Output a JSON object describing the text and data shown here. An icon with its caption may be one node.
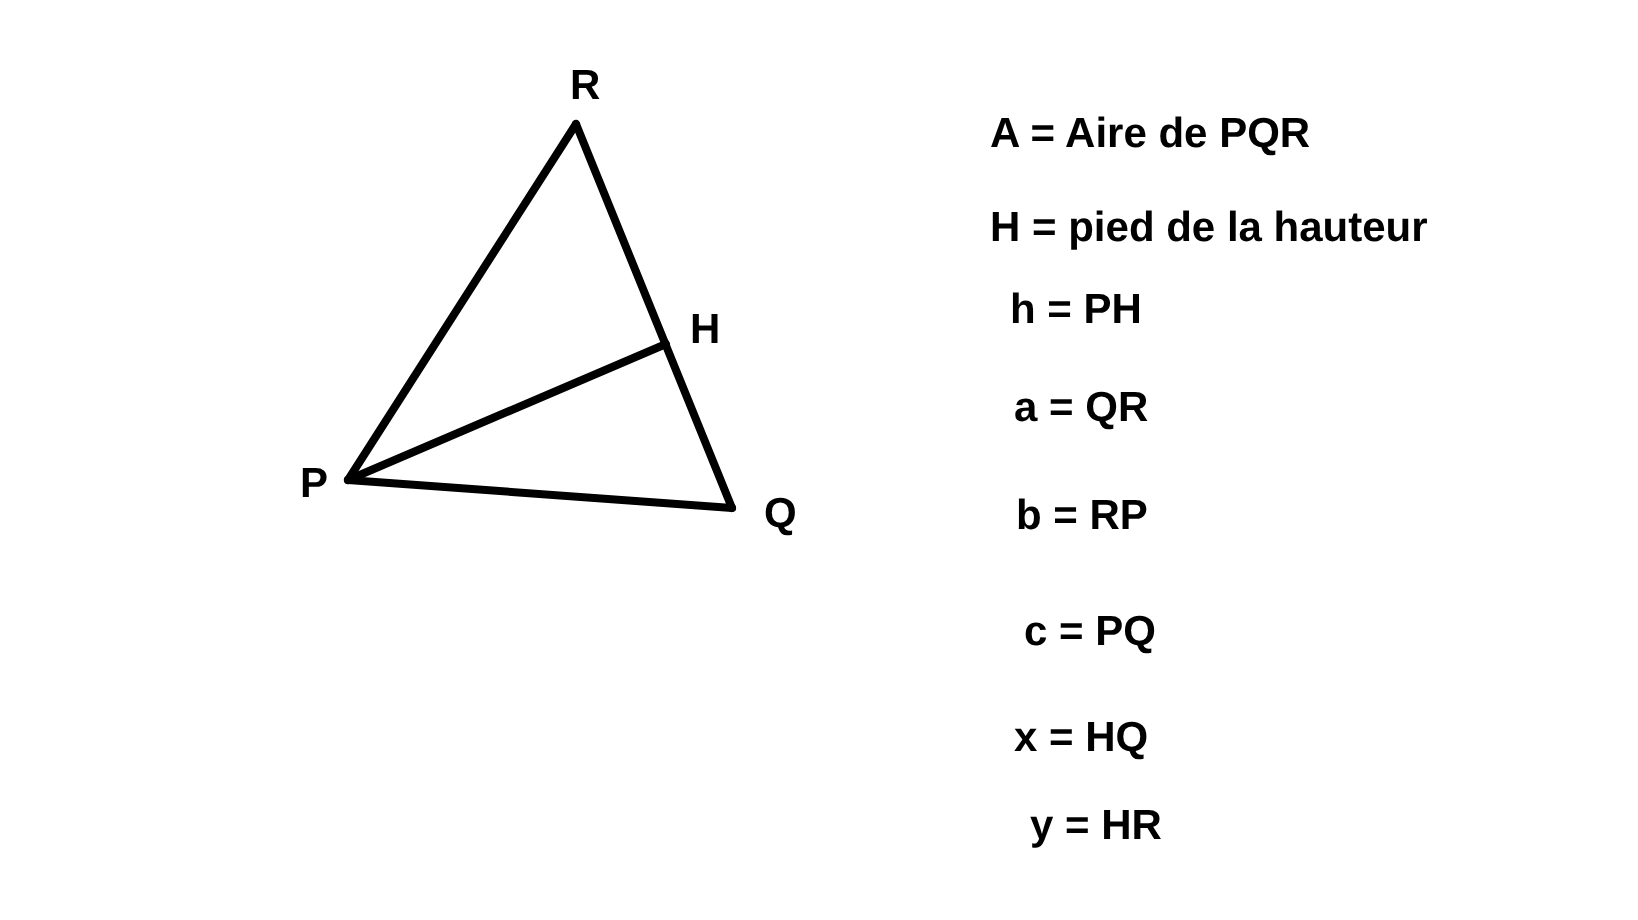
{
  "diagram": {
    "labels": [
      "R",
      "H",
      "P",
      "Q",
      "A = Aire de PQR",
      "H = pied de la hauteur",
      "h = PH",
      "a = QR",
      "b = RP",
      "c = PQ",
      "x = HQ",
      "y = HR"
    ]
  }
}
